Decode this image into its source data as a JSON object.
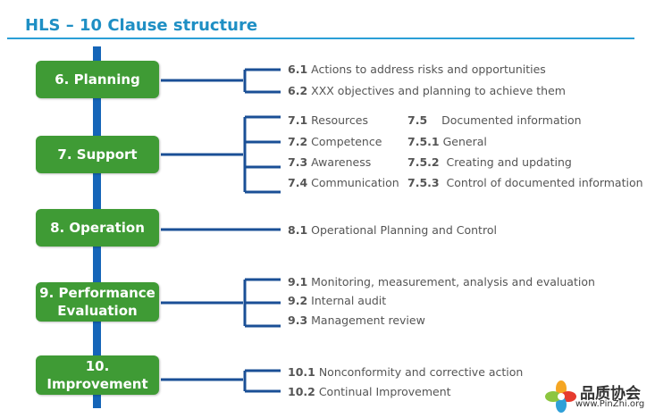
{
  "title": "HLS – 10 Clause structure",
  "colors": {
    "title": "#1f8fc4",
    "spine": "#1565b8",
    "box": "#3f9b35",
    "connector": "#1a4f96",
    "text": "#555555"
  },
  "clauses": [
    {
      "label": "6. Planning",
      "items": [
        {
          "num": "6.1",
          "text": "Actions to address risks and opportunities"
        },
        {
          "num": "6.2",
          "text": "XXX objectives and planning to achieve them"
        }
      ]
    },
    {
      "label": "7. Support",
      "items": [
        {
          "num": "7.1",
          "text": "Resources"
        },
        {
          "num": "7.2",
          "text": "Competence"
        },
        {
          "num": "7.3",
          "text": "Awareness"
        },
        {
          "num": "7.4",
          "text": "Communication"
        }
      ],
      "sub_items": [
        {
          "num": "7.5",
          "text": "Documented information"
        },
        {
          "num": "7.5.1",
          "text": "General"
        },
        {
          "num": "7.5.2",
          "text": "Creating and updating"
        },
        {
          "num": "7.5.3",
          "text": "Control of documented information"
        }
      ]
    },
    {
      "label": "8. Operation",
      "items": [
        {
          "num": "8.1",
          "text": "Operational Planning and Control"
        }
      ]
    },
    {
      "label_lines": [
        "9. Performance",
        "Evaluation"
      ],
      "items": [
        {
          "num": "9.1",
          "text": "Monitoring, measurement, analysis and evaluation"
        },
        {
          "num": "9.2",
          "text": "Internal audit"
        },
        {
          "num": "9.3",
          "text": "Management review"
        }
      ]
    },
    {
      "label": "10. Improvement",
      "items": [
        {
          "num": "10.1",
          "text": "Nonconformity and corrective action"
        },
        {
          "num": "10.2",
          "text": "Continual Improvement"
        }
      ]
    }
  ],
  "logo": {
    "name": "品质协会",
    "url": "www.PinZhi.org",
    "icon": "flower-logo-icon"
  }
}
